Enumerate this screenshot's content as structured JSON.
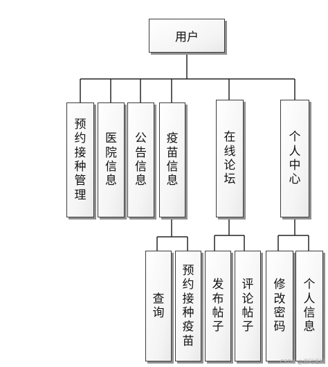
{
  "root": {
    "label": "用户"
  },
  "modules": [
    {
      "label": "预约接种管理"
    },
    {
      "label": "医院信息"
    },
    {
      "label": "公告信息"
    },
    {
      "label": "疫苗信息",
      "children": [
        {
          "label": "查询"
        },
        {
          "label": "预约接种疫苗"
        }
      ]
    },
    {
      "label": "在线论坛",
      "children": [
        {
          "label": "发布帖子"
        },
        {
          "label": "评论帖子"
        }
      ]
    },
    {
      "label": "个人中心",
      "children": [
        {
          "label": "修改密码"
        },
        {
          "label": "个人信息"
        }
      ]
    }
  ],
  "watermark": "CSDN @源码梧桐"
}
